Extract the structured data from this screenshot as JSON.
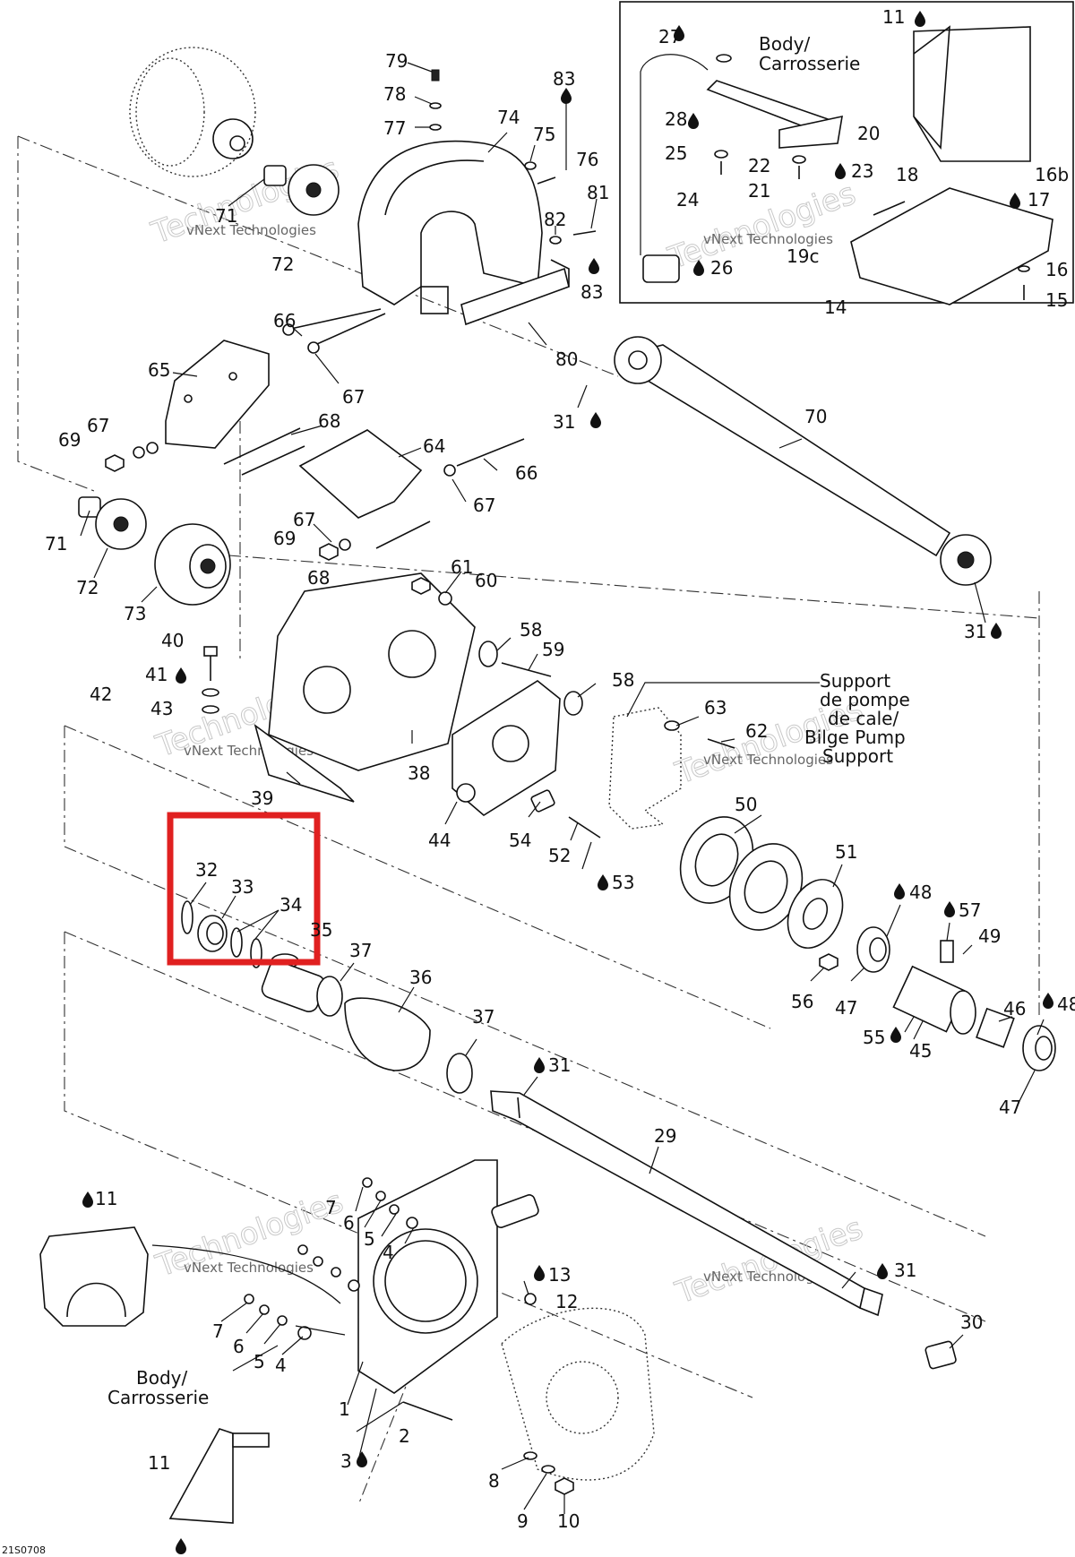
{
  "diagram_code": "21S0708",
  "watermark": {
    "company": "vNext Technologies",
    "big": "Technologies",
    "small": "vNext"
  },
  "callouts": {
    "body_top_en": "Body/",
    "body_top_fr": "Carrosserie",
    "body_bot_en": "Body/",
    "body_bot_fr": "Carrosserie",
    "bilge_1": "Support",
    "bilge_2": "de pompe",
    "bilge_3": "de cale/",
    "bilge_4": "Bilge Pump",
    "bilge_5": "Support"
  },
  "highlight": {
    "color": "#e02020",
    "parts": [
      "32",
      "33",
      "34",
      "35"
    ]
  },
  "labels": {
    "p79": "79",
    "p78": "78",
    "p77": "77",
    "p74": "74",
    "p75": "75",
    "p76": "76",
    "p83a": "83",
    "p83b": "83",
    "p81": "81",
    "p82": "82",
    "p80": "80",
    "p71a": "71",
    "p72a": "72",
    "p66a": "66",
    "p65": "65",
    "p67a": "67",
    "p67b": "67",
    "p69a": "69",
    "p68a": "68",
    "p64": "64",
    "p66b": "66",
    "p67c": "67",
    "p67d": "67",
    "p69b": "69",
    "p68b": "68",
    "p71b": "71",
    "p72b": "72",
    "p73": "73",
    "p61": "61",
    "p60": "60",
    "p40": "40",
    "p41": "41",
    "p42": "42",
    "p43": "43",
    "p58a": "58",
    "p59": "59",
    "p58b": "58",
    "p63": "63",
    "p62": "62",
    "p38": "38",
    "p39": "39",
    "p44": "44",
    "p54": "54",
    "p52": "52",
    "p53": "53",
    "p50": "50",
    "p51": "51",
    "p48a": "48",
    "p57": "57",
    "p49": "49",
    "p56": "56",
    "p47a": "47",
    "p46": "46",
    "p48b": "48",
    "p55": "55",
    "p45": "45",
    "p47b": "47",
    "p32": "32",
    "p33": "33",
    "p34": "34",
    "p35": "35",
    "p37a": "37",
    "p36": "36",
    "p37b": "37",
    "p31a": "31",
    "p29": "29",
    "p31b": "31",
    "p30": "30",
    "p70": "70",
    "p31c": "31",
    "p31d": "31",
    "p27": "27",
    "p28": "28",
    "p25": "25",
    "p24": "24",
    "p20": "20",
    "p22": "22",
    "p23": "23",
    "p21": "21",
    "p26": "26",
    "p18": "18",
    "p11a": "11",
    "p16b": "16b",
    "p17": "17",
    "p16": "16",
    "p15": "15",
    "p14": "14",
    "p19c": "19c",
    "p11b": "11",
    "p7a": "7",
    "p6a": "6",
    "p5a": "5",
    "p4a": "4",
    "p13": "13",
    "p12": "12",
    "p7b": "7",
    "p6b": "6",
    "p5b": "5",
    "p4b": "4",
    "p1": "1",
    "p2": "2",
    "p3": "3",
    "p11c": "11",
    "p8": "8",
    "p9": "9",
    "p10": "10"
  }
}
